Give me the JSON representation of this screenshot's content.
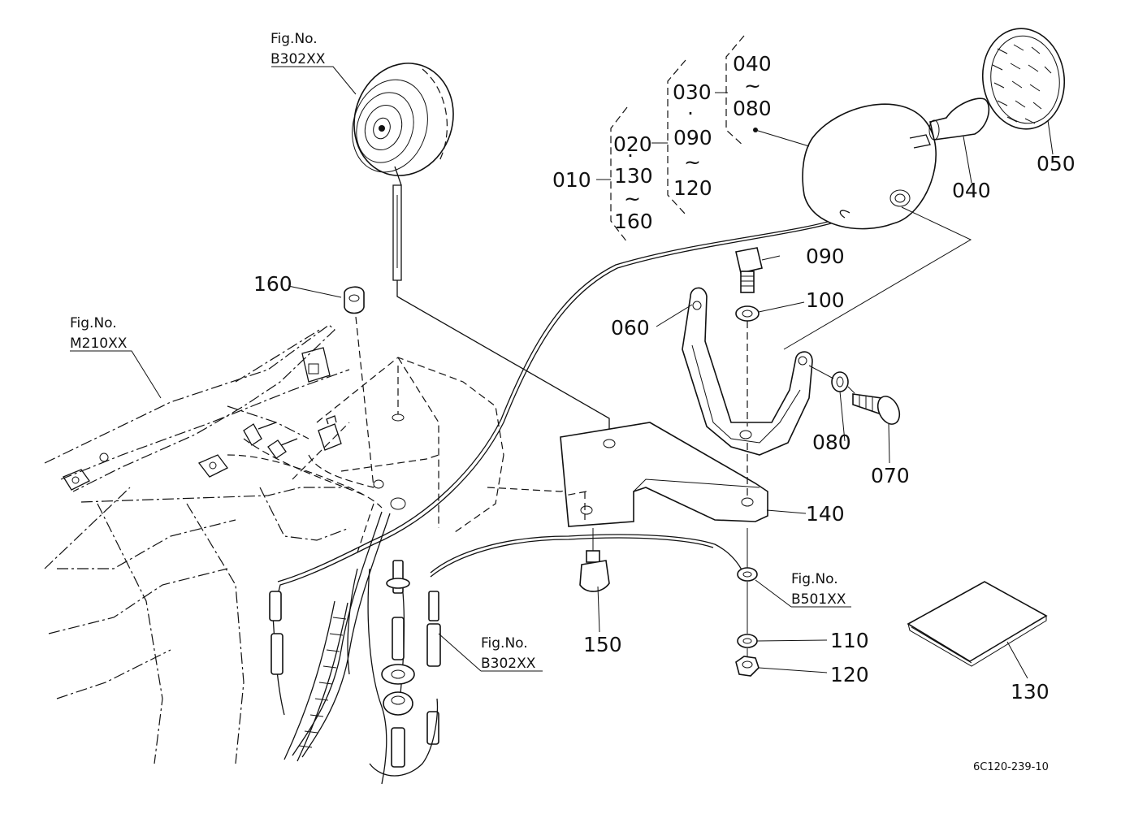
{
  "figure_code": "6C120-239-10",
  "parts": {
    "p010": "010",
    "p020": "020",
    "p030": "030",
    "p040": "040",
    "p040_range_start": "040",
    "p080_range_end": "080",
    "p050": "050",
    "p060": "060",
    "p070": "070",
    "p080": "080",
    "p090": "090",
    "p090_range_start": "090",
    "p100": "100",
    "p110": "110",
    "p120": "120",
    "p120_range_end": "120",
    "p130": "130",
    "p130_range_start": "130",
    "p140": "140",
    "p150": "150",
    "p160": "160",
    "p160_range_end": "160"
  },
  "symbols": {
    "dot": "·",
    "tilde": "~"
  },
  "references": {
    "fig_label": "Fig.No.",
    "top_light": "B302XX",
    "left_body": "M210XX",
    "harness": "B302XX",
    "ground": "B501XX"
  }
}
